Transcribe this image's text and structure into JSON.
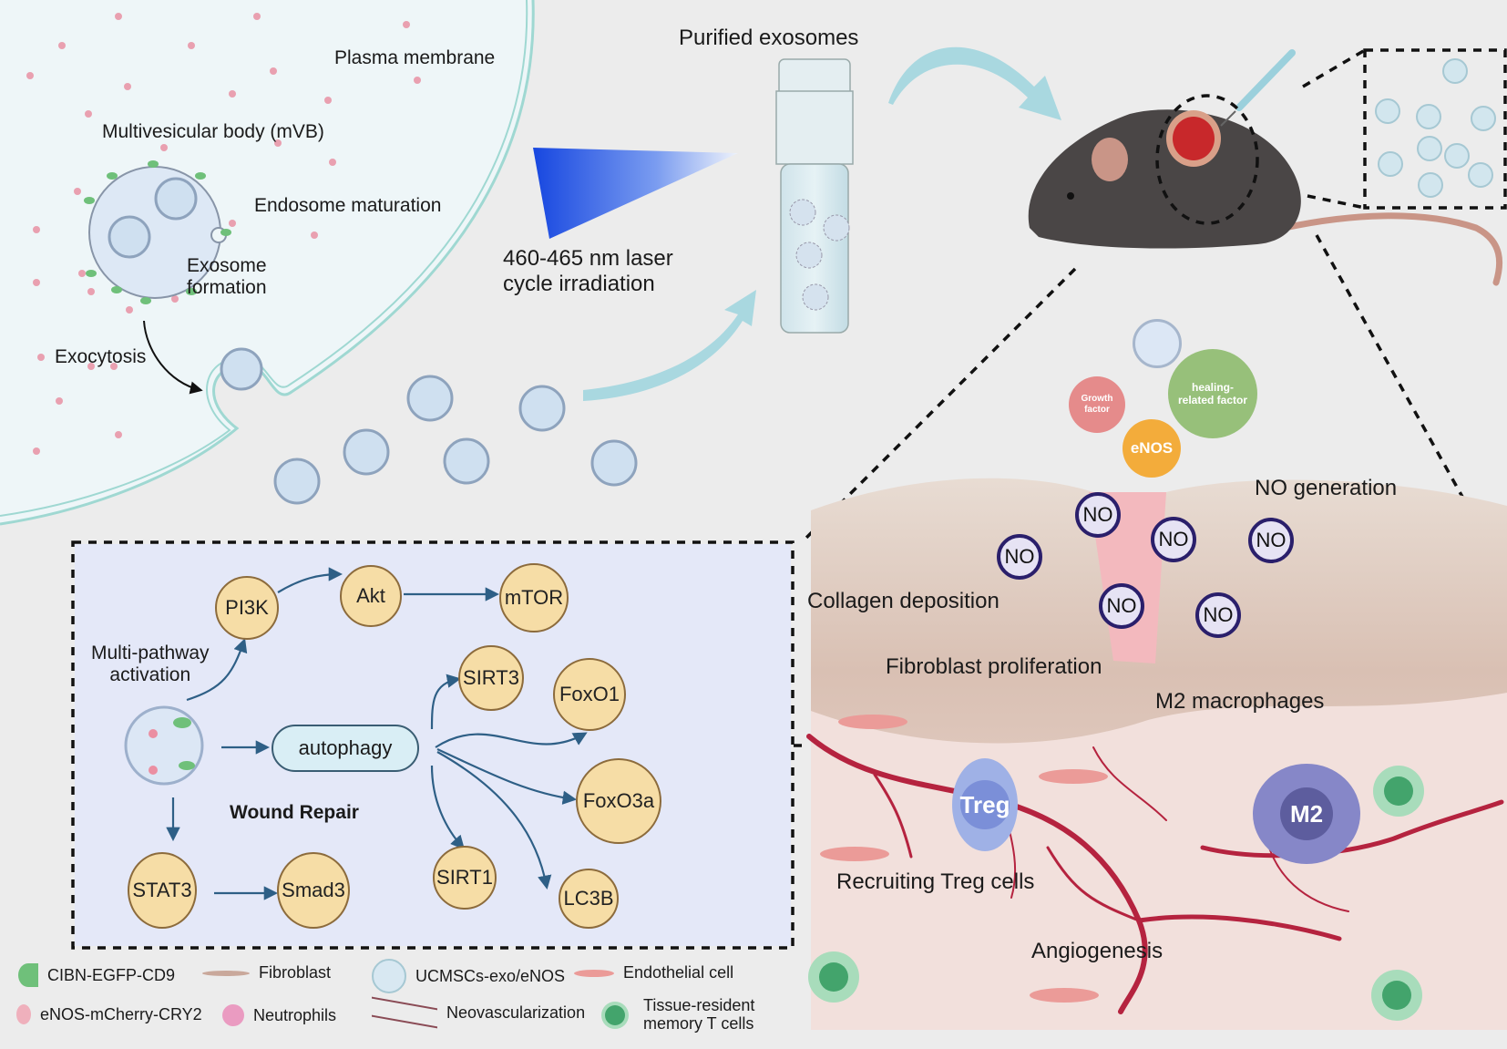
{
  "cell_panel": {
    "plasma_membrane": "Plasma membrane",
    "mvb": "Multivesicular body (mVB)",
    "endosome_maturation": "Endosome maturation",
    "exosome_formation_1": "Exosome",
    "exosome_formation_2": "formation",
    "exocytosis": "Exocytosis"
  },
  "process": {
    "laser_line1": "460-465 nm laser",
    "laser_line2": "cycle irradiation",
    "purified": "Purified exosomes"
  },
  "wound_panel": {
    "factors": {
      "growth_1": "Growth",
      "growth_2": "factor",
      "healing_1": "healing-",
      "healing_2": "related factor",
      "enos": "eNOS"
    },
    "no_generation": "NO generation",
    "no_label": "NO",
    "collagen": "Collagen deposition",
    "fibroblast": "Fibroblast proliferation",
    "m2_macrophages": "M2 macrophages",
    "treg_label": "Treg",
    "m2_label": "M2",
    "recruiting_treg": "Recruiting Treg cells",
    "angiogenesis": "Angiogenesis"
  },
  "pathway": {
    "title": "Wound Repair",
    "activation_1": "Multi-pathway",
    "activation_2": "activation",
    "nodes": {
      "pi3k": "PI3K",
      "akt": "Akt",
      "mtor": "mTOR",
      "sirt3": "SIRT3",
      "foxo1": "FoxO1",
      "foxo3a": "FoxO3a",
      "sirt1": "SIRT1",
      "lc3b": "LC3B",
      "stat3": "STAT3",
      "smad3": "Smad3",
      "autophagy": "autophagy"
    }
  },
  "legend": [
    {
      "icon": "cibn-protein-icon",
      "label": "CIBN-EGFP-CD9"
    },
    {
      "icon": "fibroblast-icon",
      "label": "Fibroblast"
    },
    {
      "icon": "exosome-icon",
      "label": "UCMSCs-exo/eNOS"
    },
    {
      "icon": "endothelial-cell-icon",
      "label": "Endothelial cell"
    },
    {
      "icon": "enos-protein-icon",
      "label": "eNOS-mCherry-CRY2"
    },
    {
      "icon": "neutrophil-icon",
      "label": "Neutrophils"
    },
    {
      "icon": "neovascularization-icon",
      "label": "Neovascularization"
    },
    {
      "icon": "memory-t-cell-icon",
      "label": "Tissue-resident",
      "label2": "memory T cells"
    }
  ],
  "colors": {
    "background": "#ececec",
    "cell": "#eef6f8",
    "membrane": "#9fd8d2",
    "laser": "#1a4fe0",
    "arrow": "#a9d8e0",
    "node_fill": "#f6dda6",
    "pathway_arrow": "#2e5f86",
    "no_ring": "#2a1f6b",
    "vessel": "#b5233f",
    "treg": "#8fa3e0",
    "m2": "#7c7cc0",
    "tcell": "#7dcc9d"
  }
}
